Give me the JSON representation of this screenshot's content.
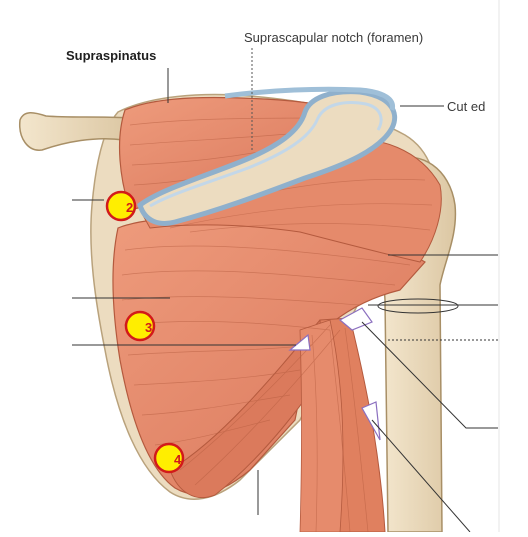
{
  "labels": {
    "supraspinatus": "Supraspinatus",
    "suprascapular_notch": "Suprascapular notch (foramen)",
    "cut_edge": "Cut ed"
  },
  "markers": [
    {
      "num": "2",
      "icon": "numbered-marker-icon"
    },
    {
      "num": "3",
      "icon": "numbered-marker-icon"
    },
    {
      "num": "4",
      "icon": "numbered-marker-icon"
    }
  ],
  "colors": {
    "muscle": "#e48768",
    "muscle_dark": "#c8674a",
    "bone": "#ecdcc0",
    "cartilage": "#c3d7e8",
    "marker_fill": "#ffee00",
    "marker_stroke": "#d21a1a",
    "leader": "#333333"
  }
}
